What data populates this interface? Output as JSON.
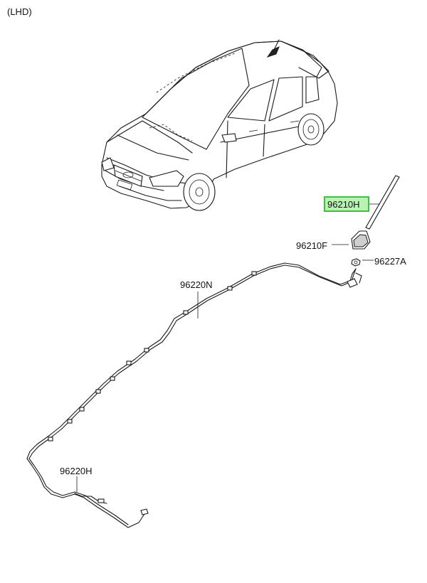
{
  "diagram": {
    "drive_note": "(LHD)",
    "parts": [
      {
        "id": "96210H",
        "label": "96210H",
        "highlight": true
      },
      {
        "id": "96210F",
        "label": "96210F",
        "highlight": false
      },
      {
        "id": "96227A",
        "label": "96227A",
        "highlight": false
      },
      {
        "id": "96220N",
        "label": "96220N",
        "highlight": false
      },
      {
        "id": "96220H",
        "label": "96220H",
        "highlight": false
      }
    ],
    "highlight_color": "#b9f3b4",
    "highlight_border": "#3fc13f"
  }
}
